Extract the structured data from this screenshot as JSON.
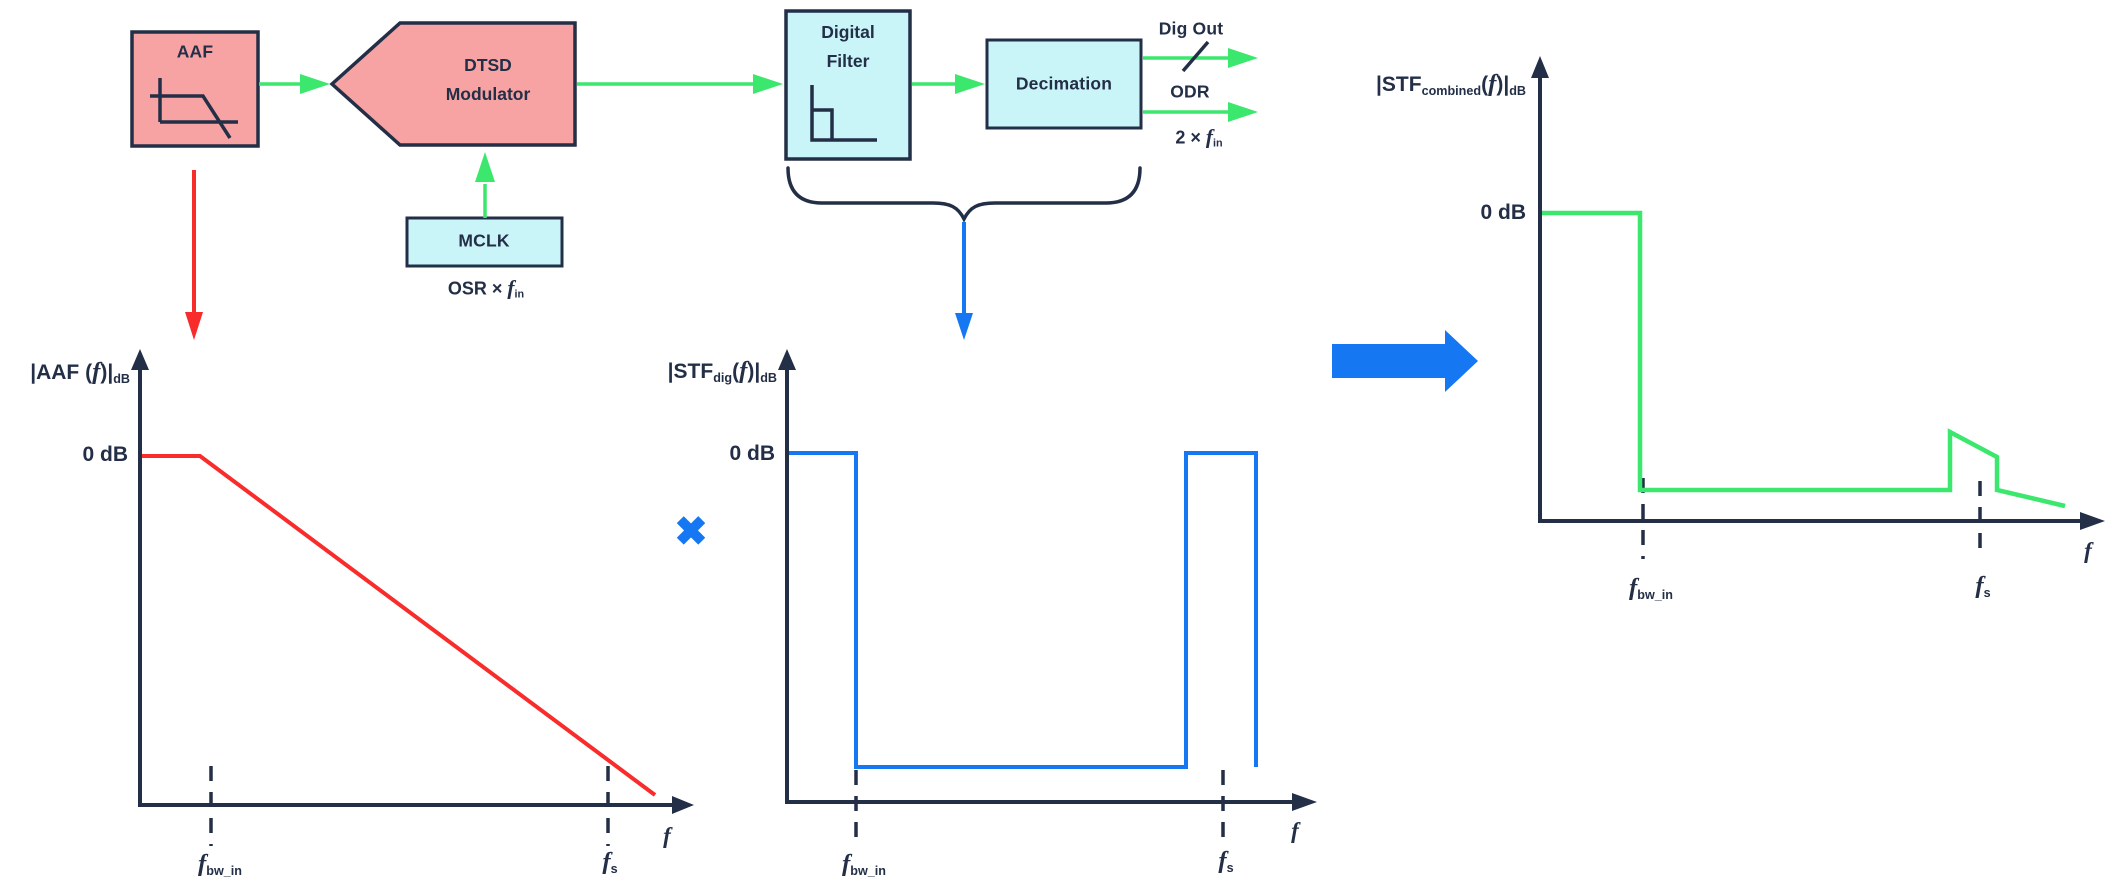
{
  "colors": {
    "block_pink": "#f7a3a3",
    "block_cyan": "#c9f4f8",
    "dark_navy": "#232e47",
    "signal_green": "#3be76c",
    "curve_red": "#f92c2c",
    "accent_blue": "#1677f3"
  },
  "diagram": {
    "blocks": {
      "aaf": {
        "label": "AAF"
      },
      "dtsd": {
        "line1": "DTSD",
        "line2": "Modulator"
      },
      "digital_filter": {
        "line1": "Digital",
        "line2": "Filter"
      },
      "decimation": {
        "label": "Decimation"
      },
      "mclk": {
        "label": "MCLK"
      }
    },
    "labels": {
      "mclk_rate_pre": "OSR × ",
      "mclk_rate_f": "f",
      "mclk_rate_sub": "in",
      "dig_out": "Dig Out",
      "odr": "ODR",
      "odr_rate_pre": "2 × ",
      "odr_rate_f": "f",
      "odr_rate_sub": "in",
      "multiply_symbol": "✖"
    }
  },
  "plots": {
    "aaf": {
      "ylabel_pre": "|AAF (",
      "ylabel_f": "f",
      "ylabel_post": ")|",
      "ylabel_sub": "dB",
      "zero_db": "0 dB",
      "tick_fbw_f": "f",
      "tick_fbw_sub": "bw_in",
      "tick_fs_f": "f",
      "tick_fs_sub": "s",
      "xlabel": "f"
    },
    "stf_dig": {
      "ylabel_pre": "|STF",
      "ylabel_sub1": "dig",
      "ylabel_mid": "(",
      "ylabel_f": "f",
      "ylabel_post": ")|",
      "ylabel_sub2": "dB",
      "zero_db": "0 dB",
      "tick_fbw_f": "f",
      "tick_fbw_sub": "bw_in",
      "tick_fs_f": "f",
      "tick_fs_sub": "s",
      "xlabel": "f"
    },
    "stf_combined": {
      "ylabel_pre": "|STF",
      "ylabel_sub1": "combined",
      "ylabel_mid": "(",
      "ylabel_f": "f",
      "ylabel_post": ")|",
      "ylabel_sub2": "dB",
      "zero_db": "0 dB",
      "tick_fbw_f": "f",
      "tick_fbw_sub": "bw_in",
      "tick_fs_f": "f",
      "tick_fs_sub": "s",
      "xlabel": "f"
    }
  }
}
